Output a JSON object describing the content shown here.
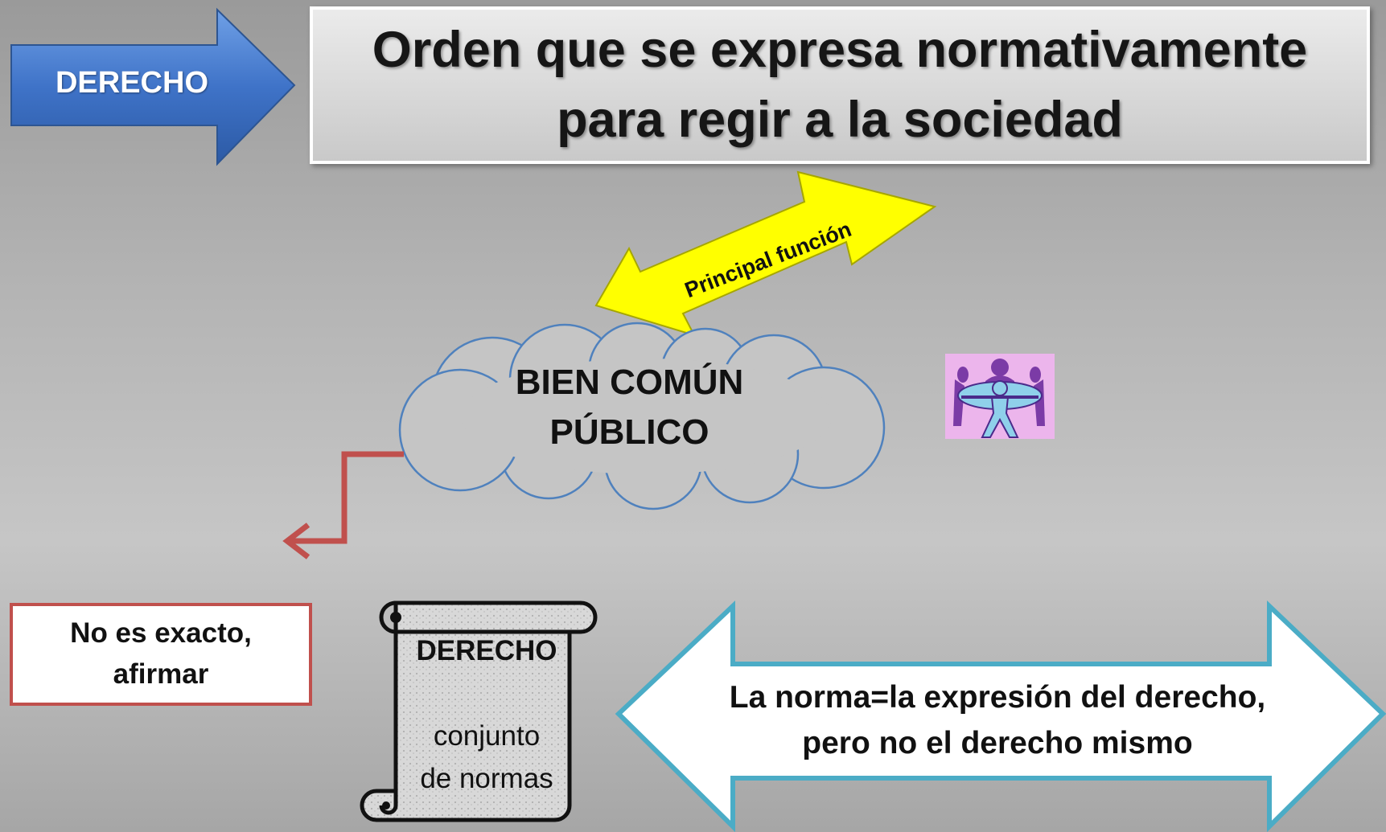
{
  "header": {
    "arrow_label": "DERECHO",
    "title_line1": "Orden que se expresa normativamente",
    "title_line2": "para regir a la sociedad"
  },
  "connector": {
    "label": "Principal función"
  },
  "cloud": {
    "line1": "BIEN COMÚN",
    "line2": "PÚBLICO"
  },
  "icon": {
    "name": "people-around-table-icon"
  },
  "note": {
    "line1": "No es exacto,",
    "line2": "afirmar"
  },
  "scroll": {
    "title": "DERECHO",
    "line1": "conjunto",
    "line2": "de normas"
  },
  "big_arrow": {
    "line1": "La norma=la expresión del derecho,",
    "line2": "pero no el derecho mismo"
  },
  "colors": {
    "blue_arrow": "#4472c4",
    "yellow_arrow": "#ffff00",
    "cloud_outline": "#4f81bd",
    "red_accent": "#c0504d",
    "cyan_outline": "#4bacc6",
    "icon_background": "#ecb5ec",
    "icon_purple": "#7b3ba6"
  }
}
